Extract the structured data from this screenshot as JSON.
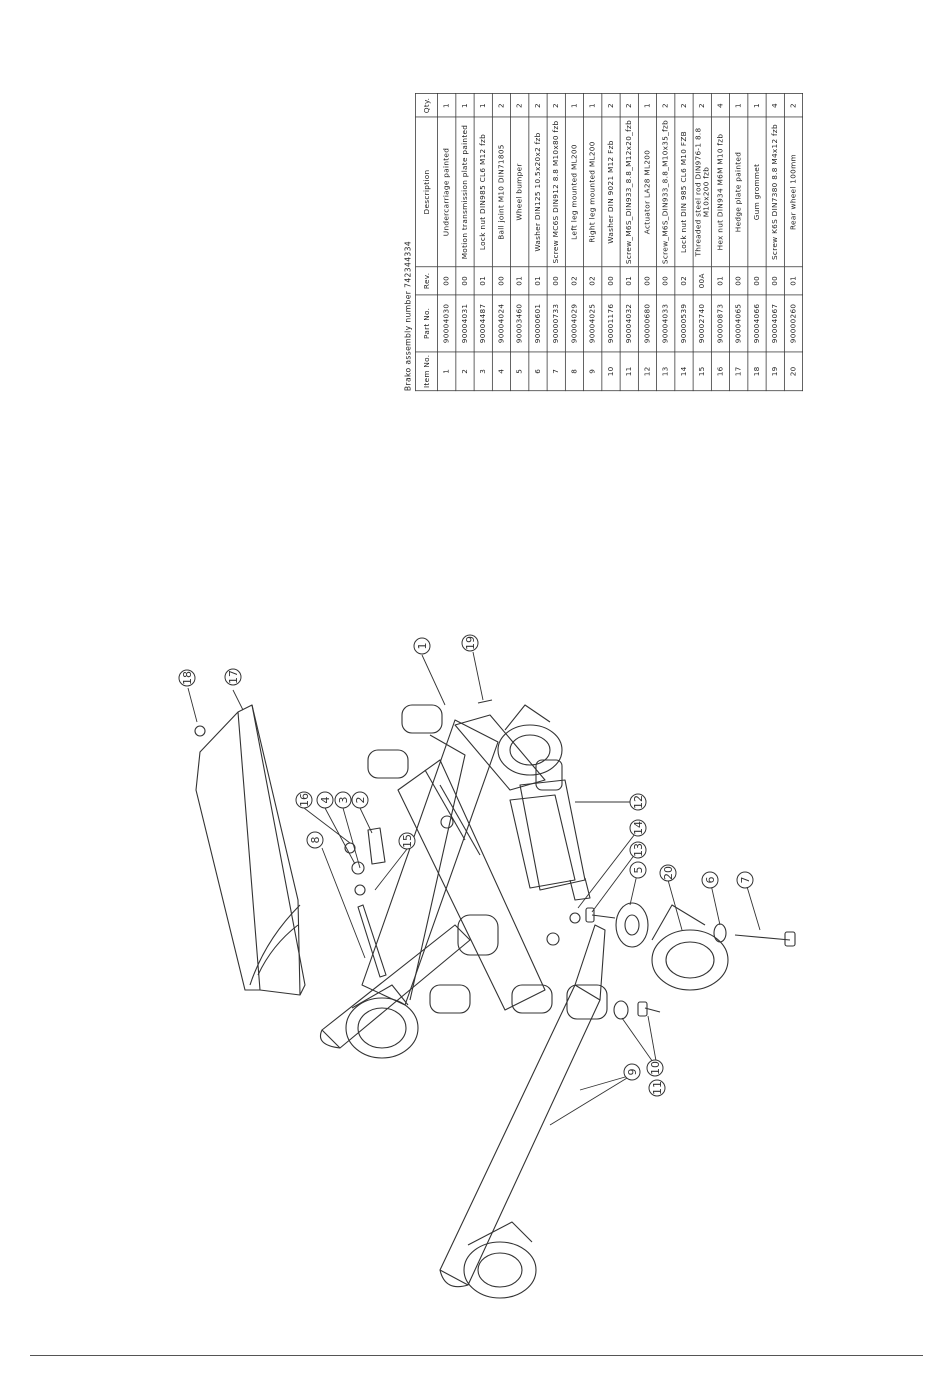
{
  "bom": {
    "title": "Brako assembly number 742344334",
    "headers": {
      "item": "Item No.",
      "part": "Part No.",
      "rev": "Rev.",
      "desc": "Description",
      "qty": "Qty."
    },
    "rows": [
      {
        "item": "1",
        "part": "90004030",
        "rev": "00",
        "desc": "Undercarriage painted",
        "qty": "1"
      },
      {
        "item": "2",
        "part": "90004031",
        "rev": "00",
        "desc": "Motion transmission plate painted",
        "qty": "1"
      },
      {
        "item": "3",
        "part": "90004487",
        "rev": "01",
        "desc": "Lock nut DIN985 CL6 M12 fzb",
        "qty": "1"
      },
      {
        "item": "4",
        "part": "90004024",
        "rev": "00",
        "desc": "Ball joint M10 DIN71805",
        "qty": "2"
      },
      {
        "item": "5",
        "part": "90003460",
        "rev": "01",
        "desc": "Wheel bumper",
        "qty": "2"
      },
      {
        "item": "6",
        "part": "90000601",
        "rev": "01",
        "desc": "Washer DIN125 10.5x20x2 fzb",
        "qty": "2"
      },
      {
        "item": "7",
        "part": "90000733",
        "rev": "00",
        "desc": "Screw MC6S DIN912 8.8 M10x80 fzb",
        "qty": "2"
      },
      {
        "item": "8",
        "part": "90004029",
        "rev": "02",
        "desc": "Left leg mounted ML200",
        "qty": "1"
      },
      {
        "item": "9",
        "part": "90004025",
        "rev": "02",
        "desc": "Right leg mounted ML200",
        "qty": "1"
      },
      {
        "item": "10",
        "part": "90001176",
        "rev": "00",
        "desc": "Washer DIN 9021 M12 Fzb",
        "qty": "2"
      },
      {
        "item": "11",
        "part": "90004032",
        "rev": "01",
        "desc": "Screw_M6S_DIN933_8.8_M12x20_fzb",
        "qty": "2"
      },
      {
        "item": "12",
        "part": "90000680",
        "rev": "00",
        "desc": "Actuator LA28 ML200",
        "qty": "1"
      },
      {
        "item": "13",
        "part": "90004033",
        "rev": "00",
        "desc": "Screw_M6S_DIN933_8.8_M10x35_fzb",
        "qty": "2"
      },
      {
        "item": "14",
        "part": "90000539",
        "rev": "02",
        "desc": "Lock nut DIN 985 CL6 M10 FZB",
        "qty": "2"
      },
      {
        "item": "15",
        "part": "90002740",
        "rev": "00A",
        "desc": "Threaded steel rod DIN976-1 8.8 M10x200 fzb",
        "qty": "2"
      },
      {
        "item": "16",
        "part": "90000873",
        "rev": "01",
        "desc": "Hex nut DIN934 M6M M10 fzb",
        "qty": "4"
      },
      {
        "item": "17",
        "part": "90004065",
        "rev": "00",
        "desc": "Hedge plate painted",
        "qty": "1"
      },
      {
        "item": "18",
        "part": "90004066",
        "rev": "00",
        "desc": "Gum grommet",
        "qty": "1"
      },
      {
        "item": "19",
        "part": "90004067",
        "rev": "00",
        "desc": "Screw K6S DIN7380 8.8 M4x12 fzb",
        "qty": "4"
      },
      {
        "item": "20",
        "part": "90000260",
        "rev": "01",
        "desc": "Rear wheel 100mm",
        "qty": "2"
      }
    ]
  },
  "callouts": [
    "1",
    "2",
    "3",
    "4",
    "5",
    "6",
    "7",
    "8",
    "9",
    "10",
    "11",
    "12",
    "13",
    "14",
    "15",
    "16",
    "17",
    "18",
    "19",
    "20"
  ]
}
